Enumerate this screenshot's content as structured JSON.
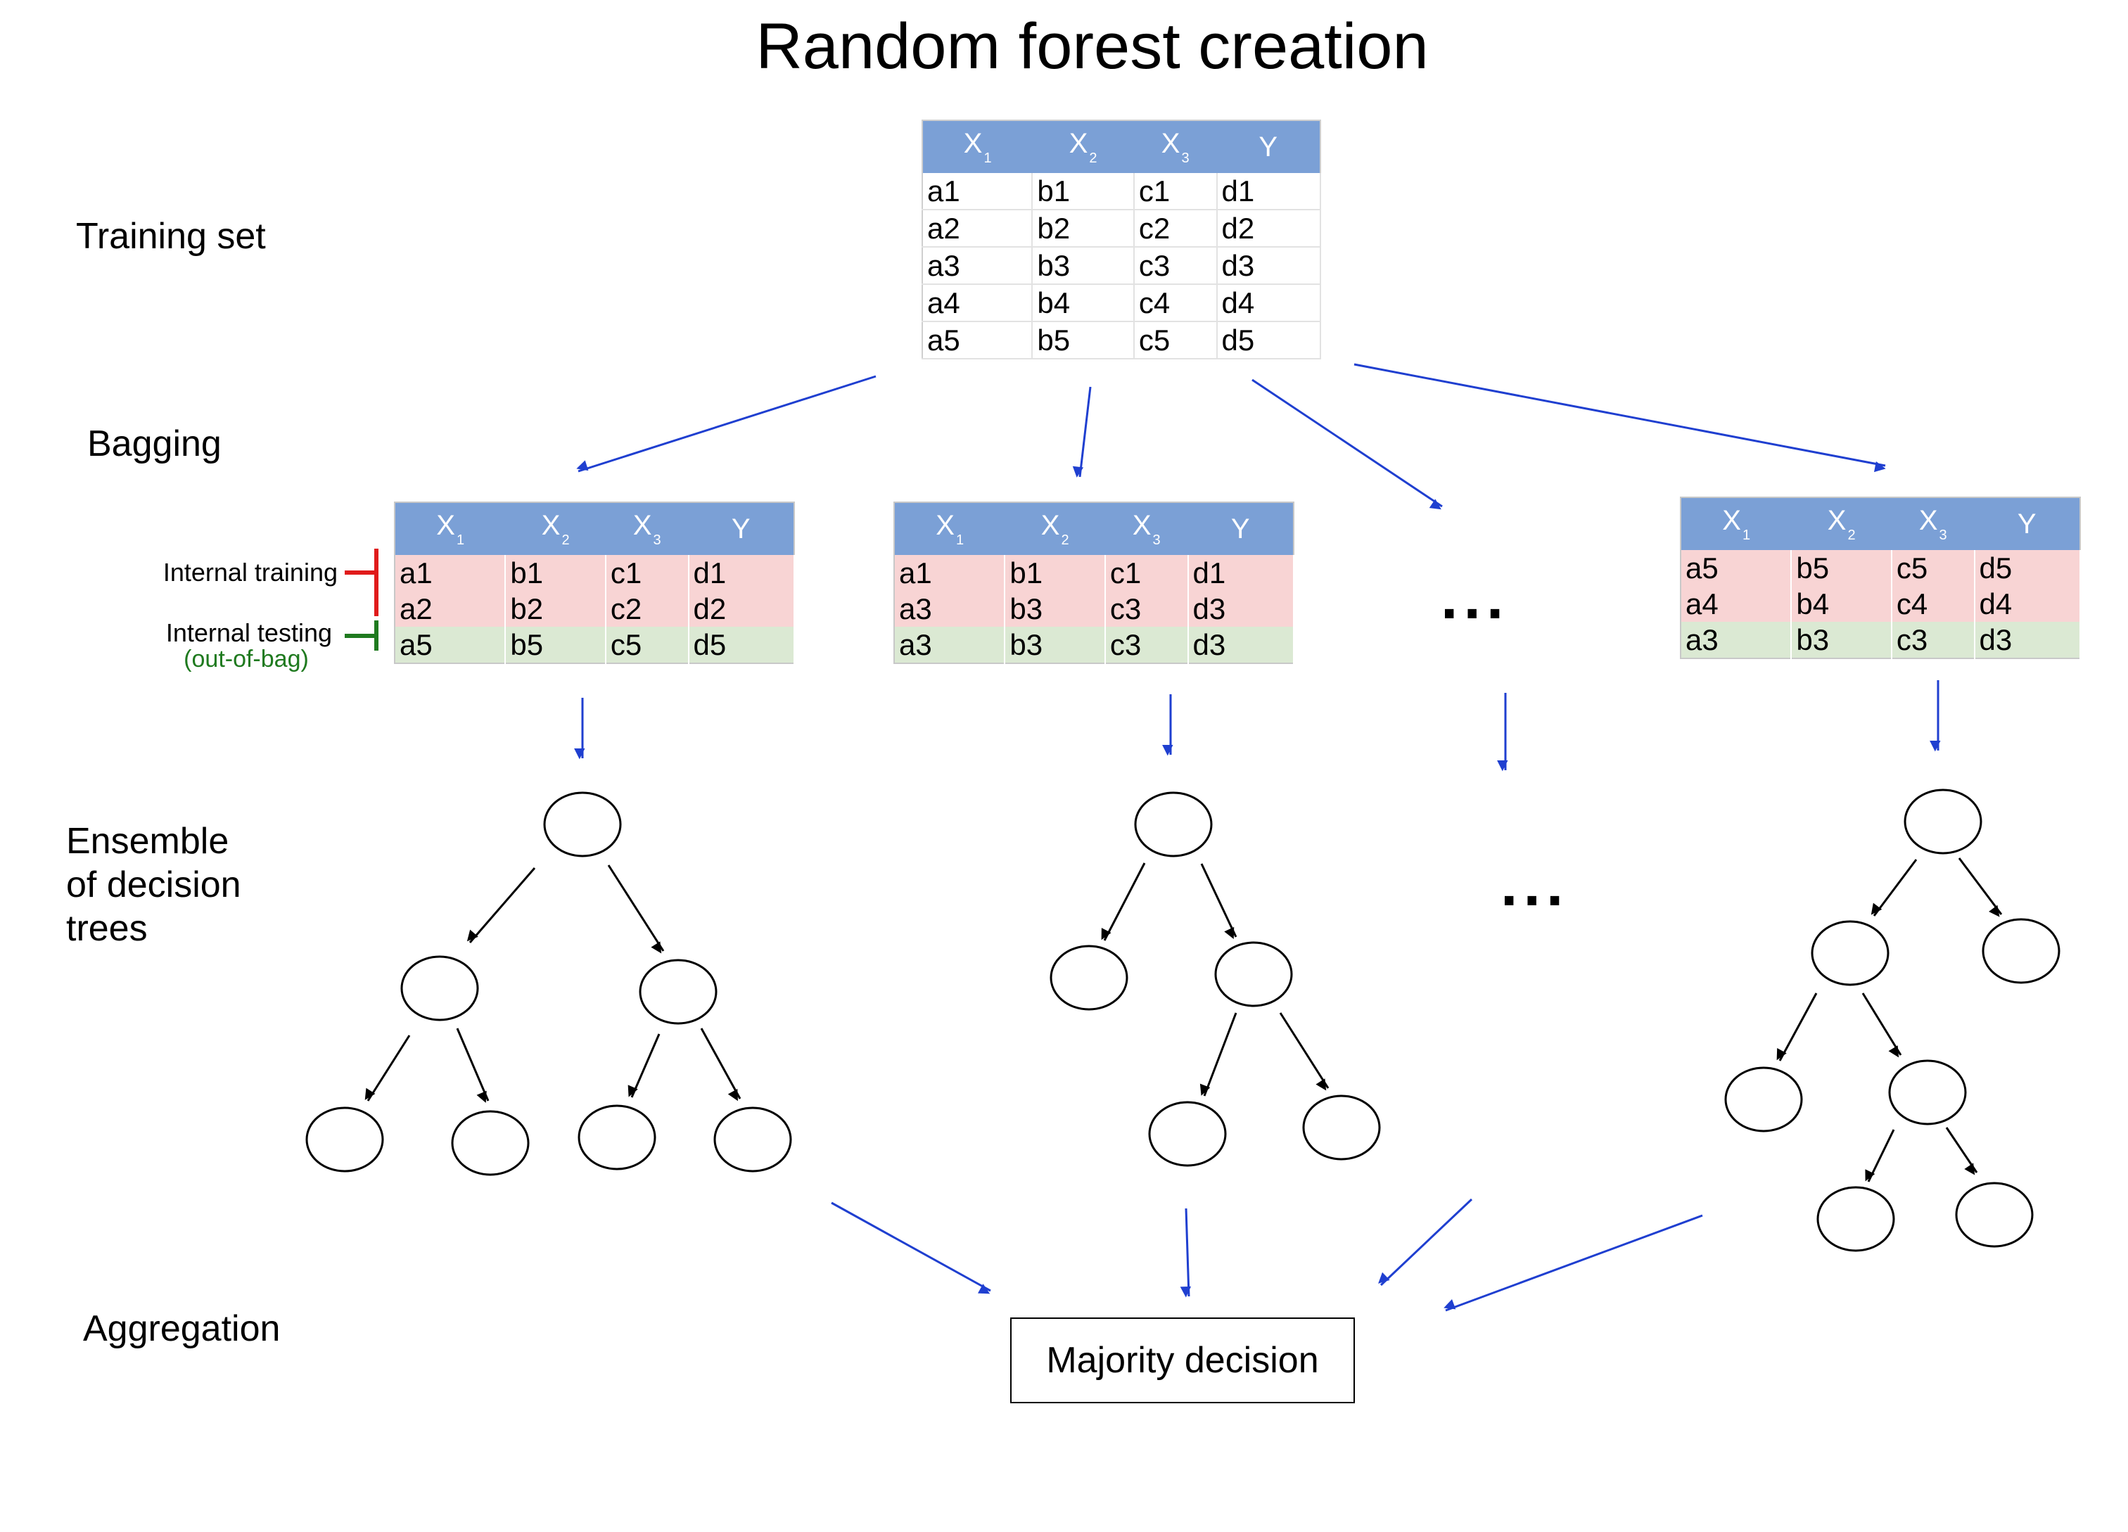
{
  "title": "Random forest creation",
  "sections": {
    "training_set": "Training set",
    "bagging": "Bagging",
    "ensemble_line1": "Ensemble",
    "ensemble_line2": "of decision",
    "ensemble_line3": "trees",
    "aggregation": "Aggregation"
  },
  "headers": [
    {
      "name": "X",
      "sub": "1"
    },
    {
      "name": "X",
      "sub": "2"
    },
    {
      "name": "X",
      "sub": "3"
    },
    {
      "name": "Y",
      "sub": ""
    }
  ],
  "training_rows": [
    [
      "a1",
      "b1",
      "c1",
      "d1"
    ],
    [
      "a2",
      "b2",
      "c2",
      "d2"
    ],
    [
      "a3",
      "b3",
      "c3",
      "d3"
    ],
    [
      "a4",
      "b4",
      "c4",
      "d4"
    ],
    [
      "a5",
      "b5",
      "c5",
      "d5"
    ]
  ],
  "bags": [
    {
      "train_rows": [
        [
          "a1",
          "b1",
          "c1",
          "d1"
        ],
        [
          "a2",
          "b2",
          "c2",
          "d2"
        ]
      ],
      "test_rows": [
        [
          "a5",
          "b5",
          "c5",
          "d5"
        ]
      ]
    },
    {
      "train_rows": [
        [
          "a1",
          "b1",
          "c1",
          "d1"
        ],
        [
          "a3",
          "b3",
          "c3",
          "d3"
        ]
      ],
      "test_rows": [
        [
          "a3",
          "b3",
          "c3",
          "d3"
        ]
      ]
    },
    {
      "train_rows": [
        [
          "a5",
          "b5",
          "c5",
          "d5"
        ],
        [
          "a4",
          "b4",
          "c4",
          "d4"
        ]
      ],
      "test_rows": [
        [
          "a3",
          "b3",
          "c3",
          "d3"
        ]
      ]
    }
  ],
  "annotations": {
    "internal_training": "Internal training",
    "internal_testing": "Internal testing",
    "out_of_bag": "(out-of-bag)"
  },
  "ellipsis": "...",
  "aggregation_box": "Majority decision",
  "colors": {
    "header_fill": "#7ba0d6",
    "train_row_fill": "#f8d4d4",
    "test_row_fill": "#dbe9d3",
    "bagging_arrow": "#1f3fd0",
    "tree_arrow": "#000000",
    "training_bracket": "#e01b1b",
    "testing_bracket": "#1f7a1f"
  }
}
